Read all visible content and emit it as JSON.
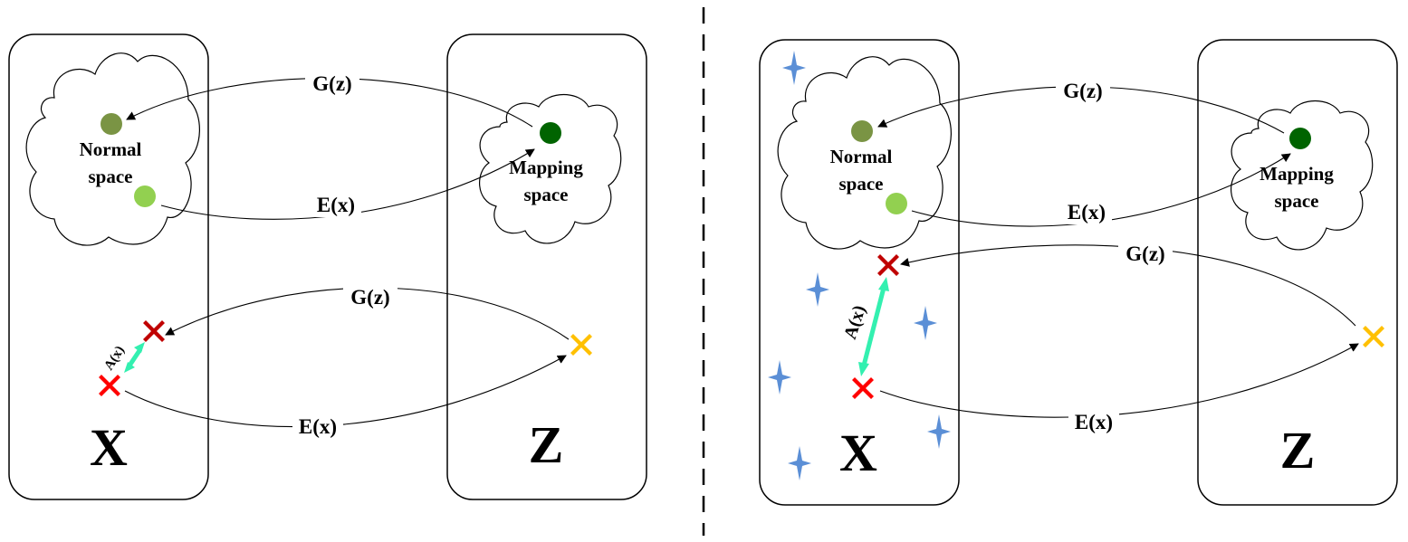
{
  "left_panel": {
    "domain_x_label": "X",
    "domain_z_label": "Z",
    "normal_space": [
      "Normal",
      "space"
    ],
    "mapping_space": [
      "Mapping",
      "space"
    ],
    "top_generator_label": "G(z)",
    "top_encoder_label": "E(x)",
    "bottom_generator_label": "G(z)",
    "bottom_encoder_label": "E(x)",
    "anomaly_score_label": "A(x)"
  },
  "right_panel": {
    "domain_x_label": "X",
    "domain_z_label": "Z",
    "normal_space": [
      "Normal",
      "space"
    ],
    "mapping_space": [
      "Mapping",
      "space"
    ],
    "top_generator_label": "G(z)",
    "top_encoder_label": "E(x)",
    "bottom_generator_label": "G(z)",
    "bottom_encoder_label": "E(x)",
    "anomaly_score_label": "A(x)"
  },
  "colors": {
    "normal_point_dark": "#7a9444",
    "normal_point_light": "#92d050",
    "latent_point": "#006400",
    "anomaly_input": "#ff0000",
    "anomaly_reconstruction": "#c00000",
    "latent_anomaly": "#ffc000",
    "anomaly_score_arrow": "#33f0b0",
    "star_markers": "#5b8fd6"
  },
  "icons": {
    "normal_point": "circle",
    "anomaly_point": "cross-marker",
    "latent_anomaly": "cross-marker",
    "noise_marker": "four-point-star"
  }
}
